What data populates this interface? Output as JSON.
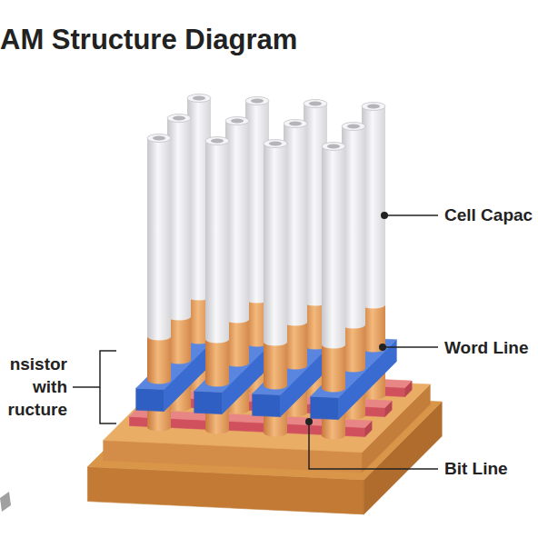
{
  "diagram": {
    "title": "AM Structure Diagram",
    "labels": [
      "Cell Capac",
      "Word Line",
      "nsistor with ructure",
      "Bit Line"
    ]
  }
}
